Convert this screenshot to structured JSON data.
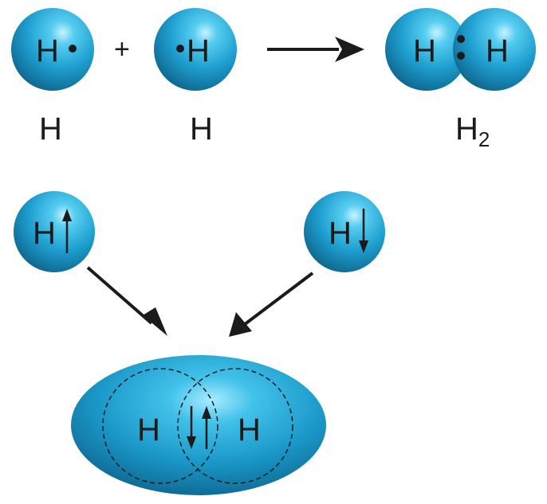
{
  "top": {
    "atom_symbol": "H",
    "plus_sign": "+",
    "atom_label_left": "H",
    "atom_label_right": "H",
    "molecule_label_base": "H",
    "molecule_label_subscript": "2"
  },
  "bottom": {
    "atom_symbol": "H"
  },
  "colors": {
    "sphere_dark": "#0f6f9a",
    "sphere_mid": "#1fa7d6",
    "sphere_highlight": "#bff0ff",
    "ink": "#1b1b1b"
  }
}
